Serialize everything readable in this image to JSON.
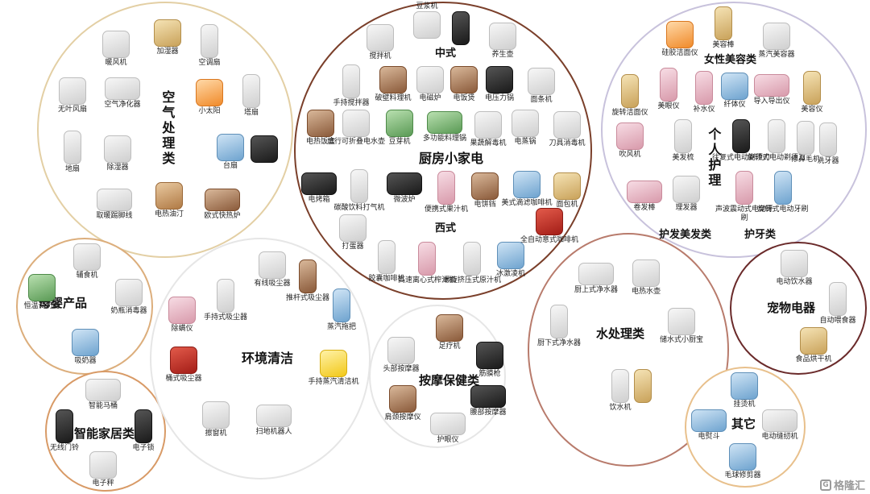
{
  "groups": {
    "air": {
      "title": "空气处理类",
      "items": [
        "暖风机",
        "加湿器",
        "空调扇",
        "无叶风扇",
        "空气净化器",
        "小太阳",
        "塔扇",
        "地扇",
        "除湿器",
        "台扇",
        "取暖踢脚线",
        "电热油汀",
        "欧式快热炉"
      ]
    },
    "kitchen": {
      "title": "厨房小家电",
      "sub_chinese": "中式",
      "sub_western": "西式",
      "items": [
        "豆浆机",
        "搅拌机",
        "养生壶",
        "手持搅拌器",
        "破壁料理机",
        "电磁炉",
        "电饭煲",
        "电压力锅",
        "面条机",
        "电热饭盒",
        "旅行可折叠电水壶",
        "豆芽机",
        "多功能料理锅",
        "果蔬解毒机",
        "电蒸锅",
        "刀具消毒机",
        "电烤箱",
        "碳酸饮料打气机",
        "微波炉",
        "便携式果汁机",
        "电饼铛",
        "美式滴滤咖啡机",
        "面包机",
        "打蛋器",
        "胶囊咖啡机",
        "高速离心式榨汁机",
        "螺旋挤压式原汁机",
        "冰激凌机",
        "全自动意式咖啡机"
      ]
    },
    "care": {
      "title": "个人护理",
      "sub_beauty": "女性美容类",
      "sub_hair": "护发美发类",
      "sub_teeth": "护牙类",
      "items": [
        "硅胶洁面仪",
        "美容棒",
        "蒸汽美容器",
        "旋转洁面仪",
        "美眼仪",
        "补水仪",
        "纤体仪",
        "导入导出仪",
        "美容仪",
        "吹风机",
        "美发梳",
        "往复式电动剃须刀",
        "旋转式电动剃须刀",
        "修鼻毛机",
        "洗牙器",
        "卷发棒",
        "理发器",
        "声波震动式电动牙刷",
        "旋转式电动牙刷"
      ]
    },
    "baby": {
      "title": "母婴产品",
      "items": [
        "辅食机",
        "恒温调奶器",
        "奶瓶消毒器",
        "吸奶器"
      ]
    },
    "home": {
      "title": "智能家居类",
      "items": [
        "智能马桶",
        "无线门铃",
        "电子锁",
        "电子秤"
      ]
    },
    "clean": {
      "title": "环境清洁",
      "items": [
        "有线吸尘器",
        "推杆式吸尘器",
        "手持式吸尘器",
        "除螨仪",
        "蒸汽拖把",
        "桶式吸尘器",
        "手持蒸汽清洁机",
        "擦窗机",
        "扫地机器人"
      ]
    },
    "massage": {
      "title": "按摩保健类",
      "items": [
        "足疗机",
        "头部按摩器",
        "筋膜枪",
        "肩颈按摩仪",
        "腰部按摩器",
        "护眼仪"
      ]
    },
    "water": {
      "title": "水处理类",
      "items": [
        "厨上式净水器",
        "电热水壶",
        "厨下式净水器",
        "储水式小厨宝",
        "饮水机"
      ]
    },
    "pet": {
      "title": "宠物电器",
      "items": [
        "电动饮水器",
        "自动喂食器",
        "食品烘干机"
      ]
    },
    "other": {
      "title": "其它",
      "items": [
        "挂烫机",
        "电熨斗",
        "电动缝纫机",
        "毛球修剪器"
      ]
    }
  },
  "watermark": "格隆汇",
  "colors": {
    "kitchen_border": "#7a3f2a",
    "water_border": "#b87b6c",
    "pet_border": "#6a2a2a",
    "air_border": "#e3cfa4"
  }
}
